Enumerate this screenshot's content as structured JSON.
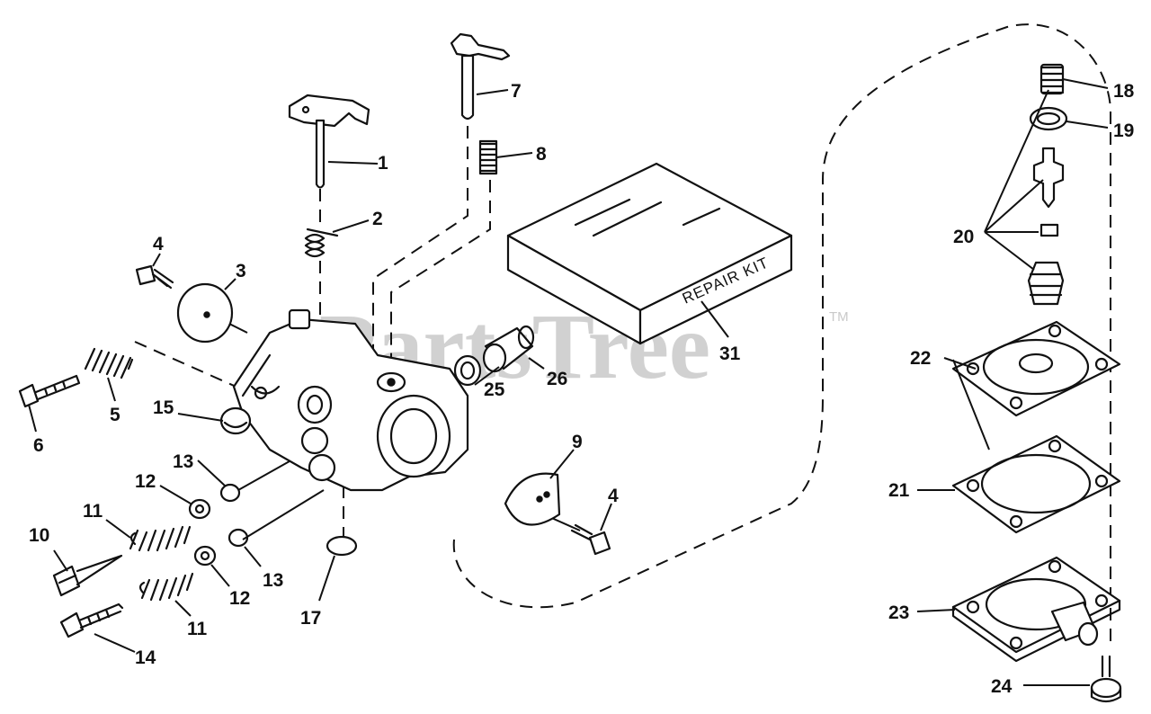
{
  "watermark": {
    "text": "PartsTree",
    "tm": "TM"
  },
  "repair_kit_label": "REPAIR KIT",
  "callouts": [
    "1",
    "2",
    "3",
    "4",
    "5",
    "6",
    "7",
    "8",
    "9",
    "4",
    "10",
    "11",
    "12",
    "13",
    "11",
    "12",
    "13",
    "14",
    "15",
    "17",
    "18",
    "19",
    "20",
    "21",
    "22",
    "23",
    "24",
    "25",
    "26",
    "31"
  ]
}
